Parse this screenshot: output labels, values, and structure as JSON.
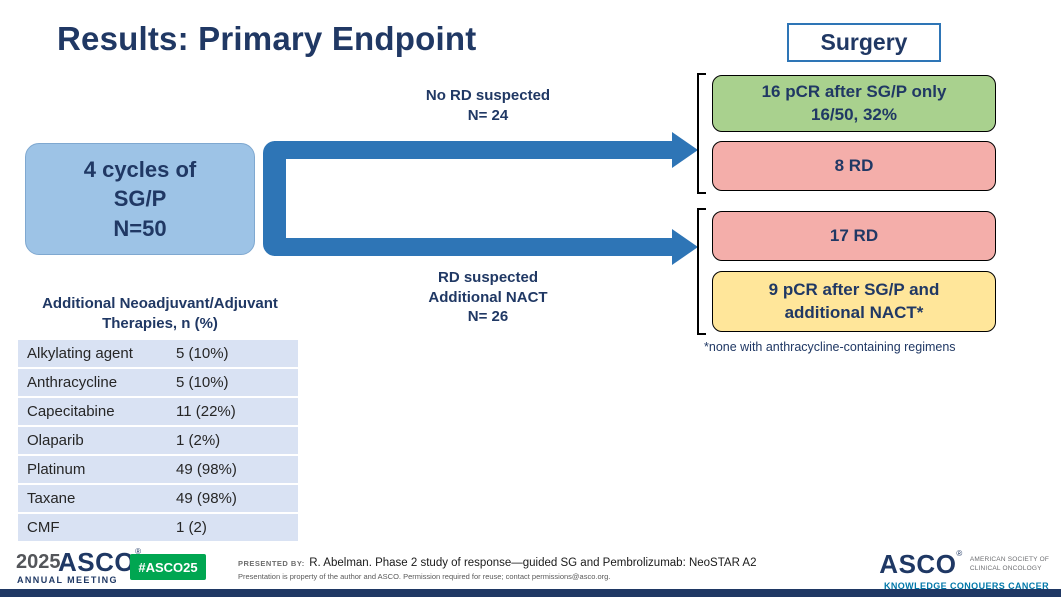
{
  "header": {
    "title": "Results: Primary Endpoint",
    "surgery_label": "Surgery"
  },
  "flow": {
    "source": {
      "line1": "4 cycles of",
      "line2": "SG/P",
      "line3": "N=50"
    },
    "top_branch": {
      "line1": "No RD suspected",
      "line2": "N= 24"
    },
    "bottom_branch": {
      "line1": "RD suspected",
      "line2": "Additional NACT",
      "line3": "N= 26"
    },
    "outcomes": {
      "pcr_sgp_line1": "16 pCR after SG/P only",
      "pcr_sgp_line2": "16/50, 32%",
      "rd_8": "8 RD",
      "rd_17": "17 RD",
      "pcr_nact": "9 pCR after SG/P and additional NACT*"
    },
    "footnote": "*none with anthracycline-containing regimens"
  },
  "therapies": {
    "title_line1": "Additional Neoadjuvant/Adjuvant",
    "title_line2": "Therapies, n (%)",
    "rows": [
      {
        "label": "Alkylating agent",
        "value": "5 (10%)"
      },
      {
        "label": "Anthracycline",
        "value": "5 (10%)"
      },
      {
        "label": "Capecitabine",
        "value": "11 (22%)"
      },
      {
        "label": "Olaparib",
        "value": "1 (2%)"
      },
      {
        "label": "Platinum",
        "value": "49 (98%)"
      },
      {
        "label": "Taxane",
        "value": "49 (98%)"
      },
      {
        "label": "CMF",
        "value": "1 (2)"
      }
    ]
  },
  "footer": {
    "year": "2025",
    "asco_wordmark": "ASCO",
    "registered_mark": "®",
    "annual_meeting": "ANNUAL MEETING",
    "hashtag": "#ASCO25",
    "presented_by_label": "PRESENTED BY:",
    "presenter_text": "R. Abelman. Phase 2 study of response—guided SG and Pembrolizumab: NeoSTAR A2",
    "disclaimer": "Presentation is property of the author and ASCO. Permission required for reuse; contact permissions@asco.org.",
    "logo": {
      "asco": "ASCO",
      "registered_mark": "®",
      "society_line1": "AMERICAN SOCIETY OF",
      "society_line2": "CLINICAL ONCOLOGY",
      "tagline": "KNOWLEDGE CONQUERS CANCER"
    }
  },
  "colors": {
    "navy_text": "#203864",
    "arrow_blue": "#2E75B6",
    "source_box_blue": "#9DC3E6",
    "outcome_green": "#A9D18E",
    "outcome_pink": "#F4AEAA",
    "outcome_yellow": "#FFE69A",
    "table_row_blue": "#D9E2F3",
    "hashtag_green": "#00A651",
    "tagline_teal": "#0077A9",
    "footer_bar_navy": "#1F3864"
  }
}
